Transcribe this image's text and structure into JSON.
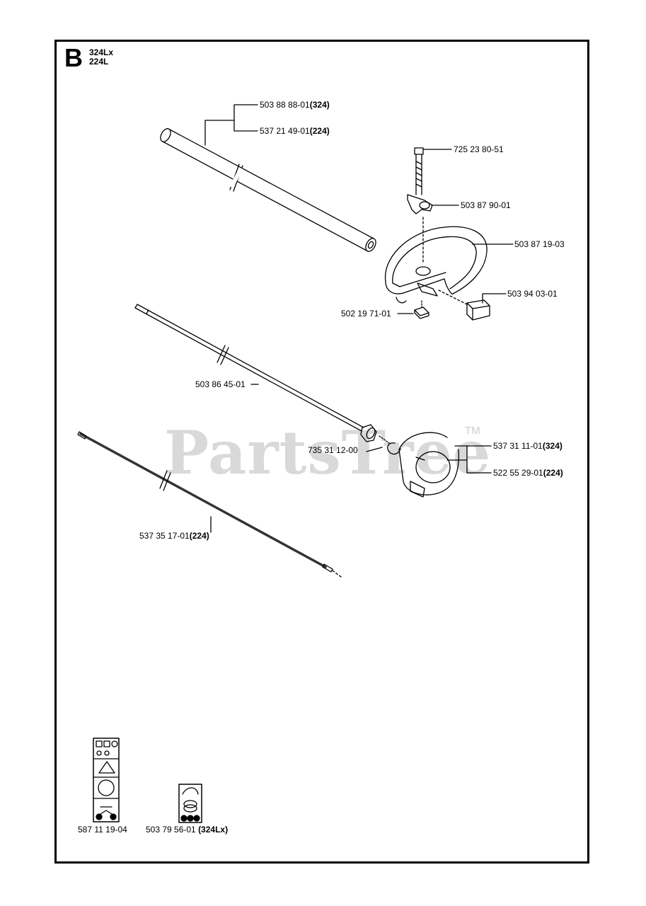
{
  "header": {
    "section": "B",
    "models": [
      "324Lx",
      "224L"
    ]
  },
  "parts": [
    {
      "number": "503 88 88-01",
      "qualifier": "(324)"
    },
    {
      "number": "537 21 49-01",
      "qualifier": "(224)"
    },
    {
      "number": "725 23 80-51",
      "qualifier": ""
    },
    {
      "number": "503 87 90-01",
      "qualifier": ""
    },
    {
      "number": "503 87 19-03",
      "qualifier": ""
    },
    {
      "number": "503 94 03-01",
      "qualifier": ""
    },
    {
      "number": "502 19 71-01",
      "qualifier": ""
    },
    {
      "number": "503 86 45-01",
      "qualifier": ""
    },
    {
      "number": "735 31 12-00",
      "qualifier": ""
    },
    {
      "number": "537 31 11-01",
      "qualifier": "(324)"
    },
    {
      "number": "522 55 29-01",
      "qualifier": "(224)"
    },
    {
      "number": "537 35 17-01",
      "qualifier": "(224)"
    }
  ],
  "decals": [
    {
      "number": "587 11 19-04",
      "qualifier": ""
    },
    {
      "number": "503 79 56-01 ",
      "qualifier": "(324Lx)"
    }
  ],
  "watermark": {
    "text": "PartsTree",
    "mark": "TM"
  },
  "colors": {
    "line": "#000000",
    "watermark": "#aaaaaa"
  }
}
